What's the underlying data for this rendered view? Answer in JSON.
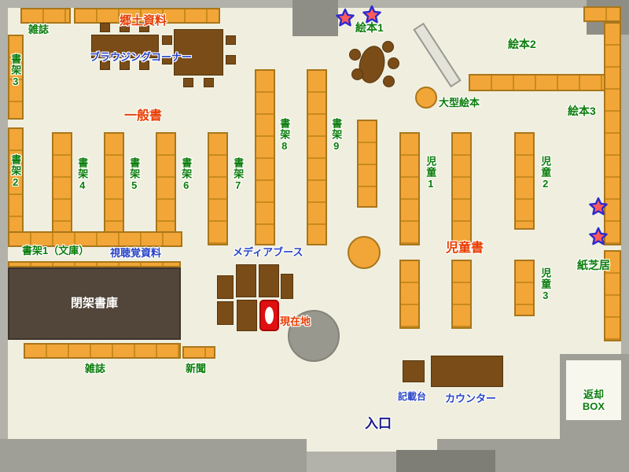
{
  "labels": {
    "magazines_top": "雑誌",
    "local_history": "郷土資料",
    "browsing_corner": "ブラウジングコーナー",
    "shelf_3": "書架3",
    "shelf_2": "書架2",
    "general_books": "一般書",
    "shelf_4": "書架4",
    "shelf_5": "書架5",
    "shelf_6": "書架6",
    "shelf_7": "書架7",
    "shelf_8": "書架8",
    "shelf_9": "書架9",
    "picture_books_1": "絵本1",
    "picture_books_2": "絵本2",
    "picture_books_3": "絵本3",
    "large_picture_books": "大型絵本",
    "children_1": "児童1",
    "children_2": "児童2",
    "children_3": "児童3",
    "children_books": "児童書",
    "kamishibai": "紙芝居",
    "shelf_1_bunko": "書架1（文庫）",
    "audio_visual": "視聴覚資料",
    "closed_stacks": "閉架書庫",
    "media_booth": "メディアブース",
    "current_location": "現在地",
    "magazines_bottom": "雑誌",
    "newspaper": "新聞",
    "writing_desk": "記載台",
    "counter": "カウンター",
    "entrance": "入口",
    "return_box_line1": "返却",
    "return_box_line2": "BOX"
  },
  "icons": {
    "star": "star-marker"
  },
  "colors": {
    "floor": "#f0efdf",
    "wall": "#a09f97",
    "shelf_orange": "#f2a637",
    "shelf_border": "#a9761b",
    "table_brown": "#7a4c17",
    "closed_stacks_bg": "#52463b",
    "label_green": "#0b7d0b",
    "label_red": "#e83c00",
    "label_blue": "#2743c7",
    "entrance_navy": "#1b1b8e",
    "marker_red": "#e01010",
    "star_fill": "#ff5a5a",
    "star_stroke": "#2a2ad0"
  }
}
